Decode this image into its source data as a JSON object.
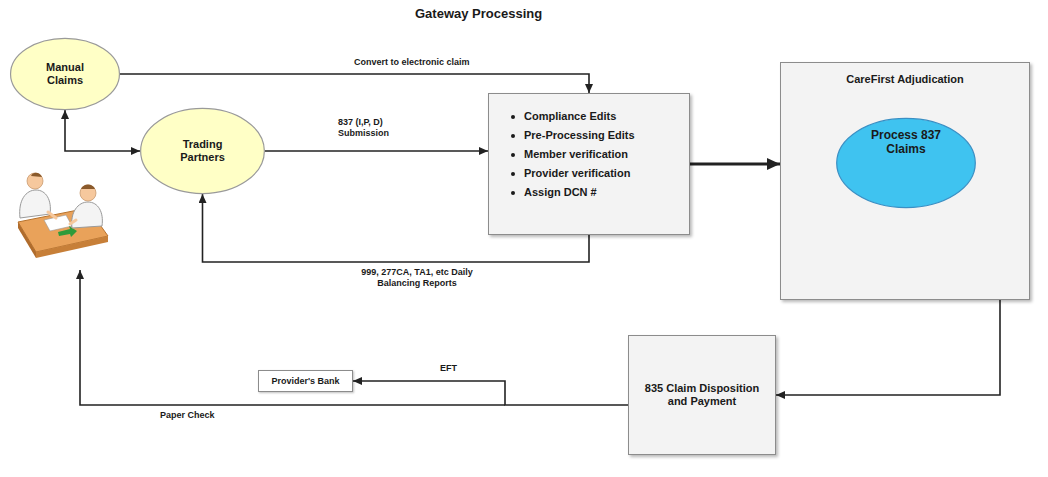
{
  "diagram": {
    "title": "Gateway Processing",
    "nodes": [
      {
        "text": [
          "Manual Claims"
        ]
      },
      {
        "text": [
          "Trading Partners"
        ]
      },
      {
        "text": [
          "Compliance Edits",
          "Pre-Processing Edits",
          "Member verification",
          "Provider verification",
          "Assign DCN #"
        ]
      },
      {
        "text": [
          "CareFirst Adjudication"
        ]
      },
      {
        "text": [
          "Process 837 Claims"
        ],
        "in": 3
      },
      {
        "text": [
          "835 Claim Disposition and Payment"
        ]
      },
      {
        "text": [
          "Provider's Bank"
        ]
      }
    ],
    "edges": [
      {
        "from": 0,
        "to": 2,
        "label": "Convert to electronic claim",
        "arrow": "to"
      },
      {
        "from": 0,
        "to": 1,
        "arrow": "both"
      },
      {
        "from": 1,
        "to": 2,
        "label": "837 (I,P, D) Submission",
        "arrow": "to"
      },
      {
        "from": 2,
        "to": 1,
        "label": "999, 277CA, TA1, etc Daily Balancing Reports",
        "arrow": "to"
      },
      {
        "from": 2,
        "to": 3,
        "arrow": "to"
      },
      {
        "from": 3,
        "to": 5,
        "arrow": "to"
      },
      {
        "from": 5,
        "to": 6,
        "label": "EFT",
        "arrow": "to"
      }
    ],
    "labels": [
      "Paper Check"
    ]
  }
}
